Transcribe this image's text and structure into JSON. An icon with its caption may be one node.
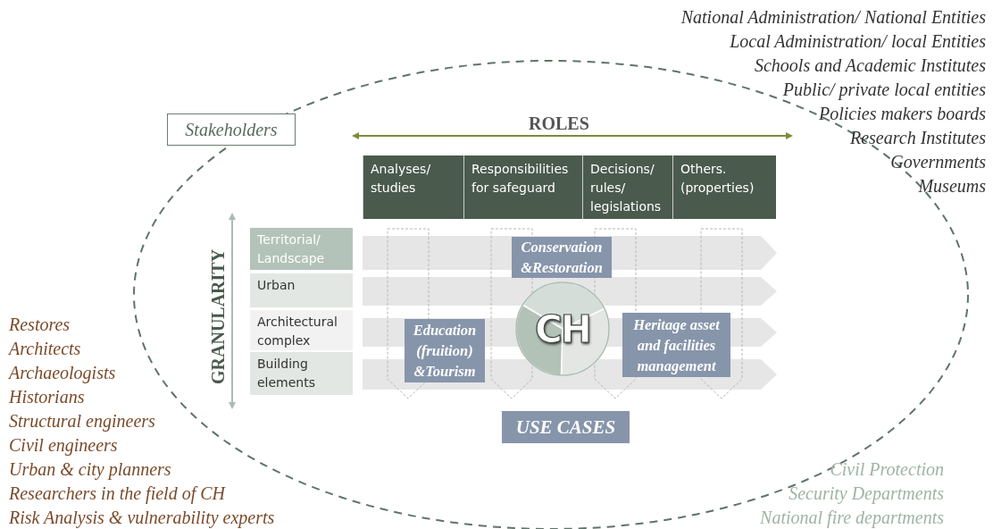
{
  "diagram": {
    "nodes": [
      {
        "text": [
          "Stakeholders"
        ]
      },
      {
        "text": [
          "Analyses/ studies"
        ]
      },
      {
        "text": [
          "Responsibilities for safeguard"
        ]
      },
      {
        "text": [
          "Decisions/ rules/ legislations"
        ]
      },
      {
        "text": [
          "Others. (properties)"
        ]
      },
      {
        "text": [
          "Territorial/ Landscape"
        ]
      },
      {
        "text": [
          "Urban"
        ]
      },
      {
        "text": [
          "Architectural complex"
        ]
      },
      {
        "text": [
          "Building elements"
        ]
      },
      {
        "text": [
          "CH"
        ]
      },
      {
        "text": [
          "Conservation &Restoration"
        ]
      },
      {
        "text": [
          "Education (fruition) &Tourism"
        ]
      },
      {
        "text": [
          "Heritage asset and facilities management"
        ]
      },
      {
        "text": [
          "USE CASES"
        ]
      }
    ],
    "edges": [],
    "labels": [
      "National Administration/ National Entities",
      "Local Administration/ local Entities",
      "Schools and Academic Institutes",
      "Public/ private local entities",
      "Policies makers boards",
      "Research Institutes",
      "Governments",
      "Museums",
      "ROLES",
      "GRANULARITY",
      "Restores",
      "Architects",
      "Archaeologists",
      "Historians",
      "Structural engineers",
      "Civil engineers",
      "Urban & city planners",
      "Researchers in the field of CH",
      "Risk Analysis & vulnerability experts",
      "Civil Protection",
      "Security Departments",
      "National fire departments"
    ]
  }
}
